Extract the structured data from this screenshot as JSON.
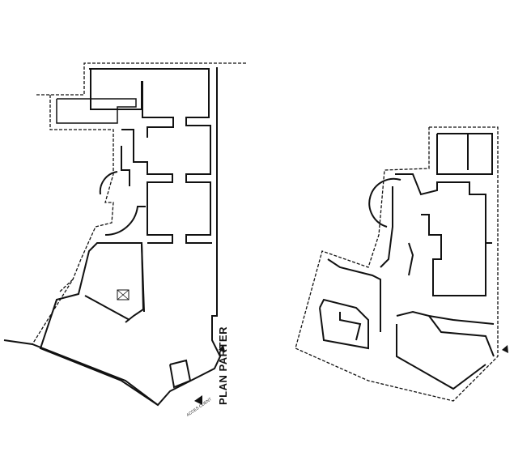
{
  "drawing": {
    "title": "PLAN PARTER",
    "entrance_label": "ACCES CLIENT",
    "line_color": "#111111",
    "background": "#ffffff"
  },
  "plans": [
    {
      "name": "left-plan",
      "rooms": 10
    },
    {
      "name": "right-plan",
      "rooms": 9
    }
  ]
}
